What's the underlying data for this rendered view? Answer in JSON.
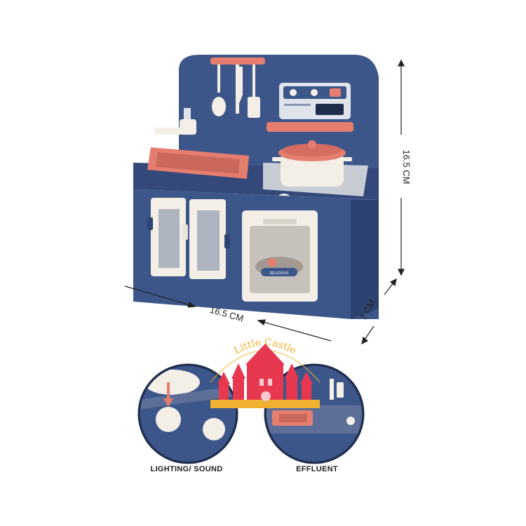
{
  "dimensions": {
    "width": "16.5 CM",
    "height": "16.5 CM",
    "depth": "7 CM"
  },
  "brand": {
    "name": "Little Castle"
  },
  "product": {
    "oven_label": "DELICIOUS"
  },
  "features": [
    {
      "caption": "LIGHTING/ SOUND"
    },
    {
      "caption": "EFFLUENT"
    }
  ],
  "colors": {
    "body_blue": "#3d5689",
    "dark_blue": "#2c4270",
    "coral": "#e57e6f",
    "cream": "#f3efe6",
    "castle_red": "#e8384f",
    "castle_gold": "#f0b030"
  }
}
